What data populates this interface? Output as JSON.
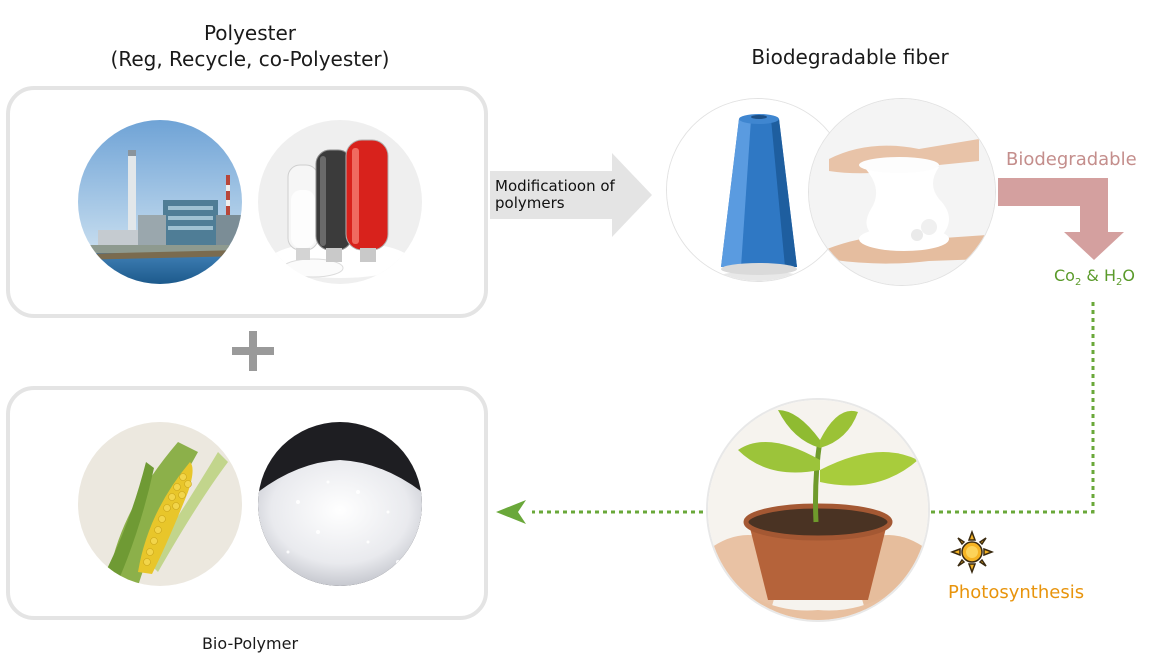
{
  "polyester": {
    "title_line1": "Polyester",
    "title_line2": "(Reg, Recycle, co-Polyester)"
  },
  "modification": {
    "line1": "Modificatioon of",
    "line2": "polymers"
  },
  "biodegradable_fiber": {
    "title": "Biodegradable fiber"
  },
  "biodegradable_label": "Biodegradable",
  "co2_label": {
    "co": "Co",
    "co_sub": "2",
    "mid": " & H",
    "h_sub": "2",
    "o": "O"
  },
  "photosynthesis_label": "Photosynthesis",
  "bio_polymer": {
    "title": "Bio-Polymer"
  },
  "colors": {
    "panel_border": "#e4e4e4",
    "biodegradable_arrow": "#d4a09f",
    "biodegradable_text": "#c48e8c",
    "co2_text": "#5a9a2a",
    "dotted_line": "#6aa83a",
    "photosynthesis_text": "#e8940c",
    "gray_arrow": "#e4e4e4",
    "plus_sign": "#9a9a9a"
  },
  "icons": [
    "plus-icon",
    "sun-icon",
    "arrow-right-icon",
    "arrow-left-icon",
    "arrow-down-icon"
  ]
}
